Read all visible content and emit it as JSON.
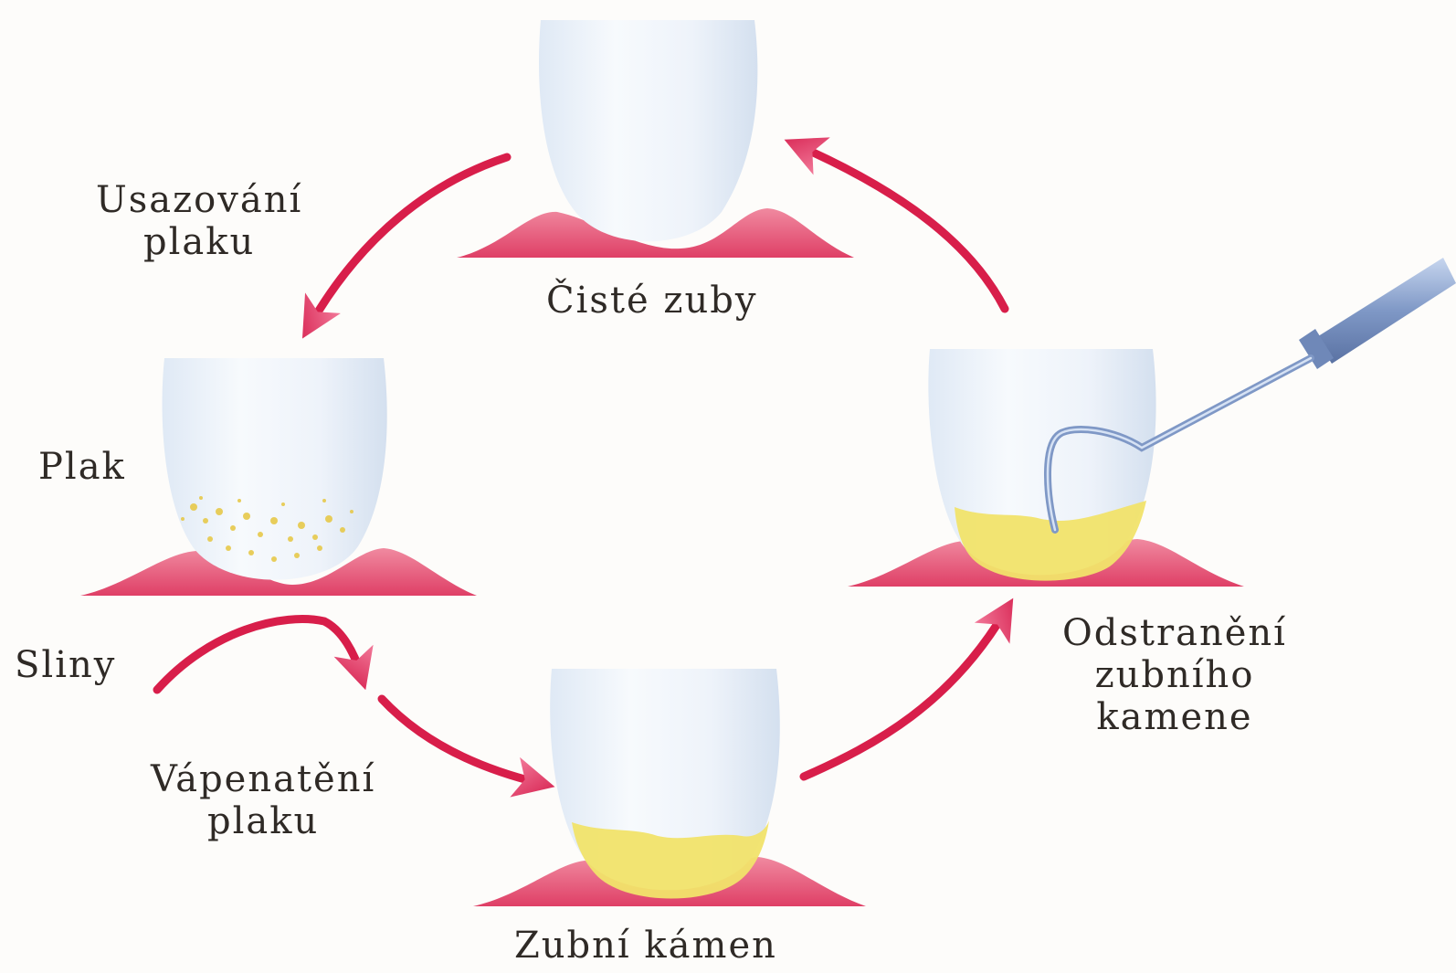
{
  "stages": {
    "clean": "Čisté zuby",
    "plaque": "Plak",
    "tartar": "Zubní kámen",
    "removal": [
      "Odstranění",
      "zubního",
      "kamene"
    ]
  },
  "transitions": {
    "deposition": [
      "Usazování",
      "plaku"
    ],
    "saliva": "Sliny",
    "calcification": [
      "Vápenatění",
      "plaku"
    ]
  },
  "colors": {
    "gum": "#e2506f",
    "arrow": "#d81e4a",
    "tooth": "#eef4fb",
    "plaque": "#e9cf4a",
    "tartar": "#f1e36a",
    "instrument": "#8aa6cf"
  }
}
